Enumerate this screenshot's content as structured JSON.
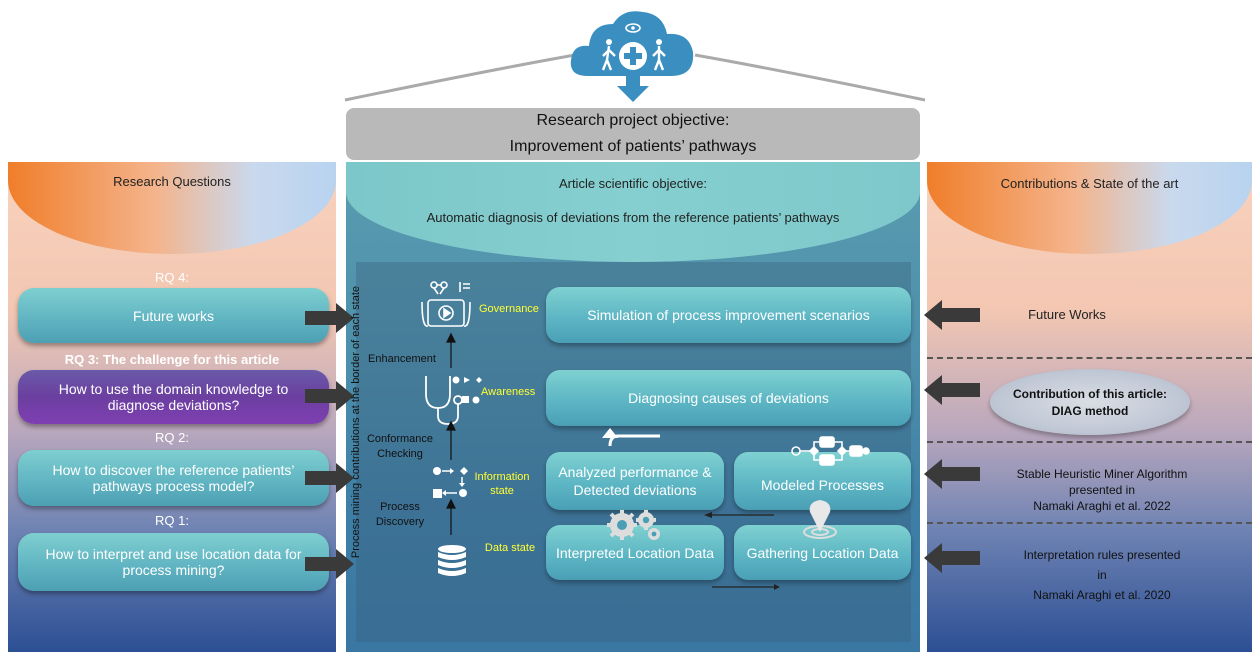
{
  "header": {
    "objective_line1": "Research project objective:",
    "objective_line2": "Improvement of patients’ pathways"
  },
  "left": {
    "title": "Research Questions",
    "rq4_label": "RQ 4:",
    "rq4_text": "Future works",
    "rq3_label": "RQ 3: The challenge for this article",
    "rq3_text": "How to use the domain knowledge to diagnose deviations?",
    "rq2_label": "RQ 2:",
    "rq2_text": "How to discover the reference patients’ pathways process model?",
    "rq1_label": "RQ 1:",
    "rq1_text": "How to interpret and use location data for process mining?"
  },
  "middle": {
    "title": "Article scientific objective:",
    "subtitle": "Automatic diagnosis of deviations from the reference patients’ pathways",
    "vertical_text": "Process mining contributions at the border of each state",
    "states": {
      "governance": "Governance",
      "awareness": "Awareness",
      "information": "Information state",
      "data": "Data state"
    },
    "transitions": {
      "enhancement": "Enhancement",
      "conformance": "Conformance Checking",
      "discovery": "Process Discovery"
    },
    "boxes": {
      "simulation": "Simulation of process improvement scenarios",
      "diagnosing": "Diagnosing causes of deviations",
      "analyzed": "Analyzed performance & Detected deviations",
      "modeled": "Modeled Processes",
      "interpreted": "Interpreted Location Data",
      "gathering": "Gathering Location Data"
    }
  },
  "right": {
    "title": "Contributions & State of the art",
    "future": "Future Works",
    "contribution_line1": "Contribution of this article:",
    "contribution_line2": "DIAG method",
    "shm_line1": "Stable Heuristic Miner Algorithm",
    "shm_line2": "presented in",
    "shm_line3": "Namaki Araghi et al. 2022",
    "interp_line1": "Interpretation rules presented",
    "interp_line2": "in",
    "interp_line3": "Namaki Araghi et al. 2020"
  }
}
